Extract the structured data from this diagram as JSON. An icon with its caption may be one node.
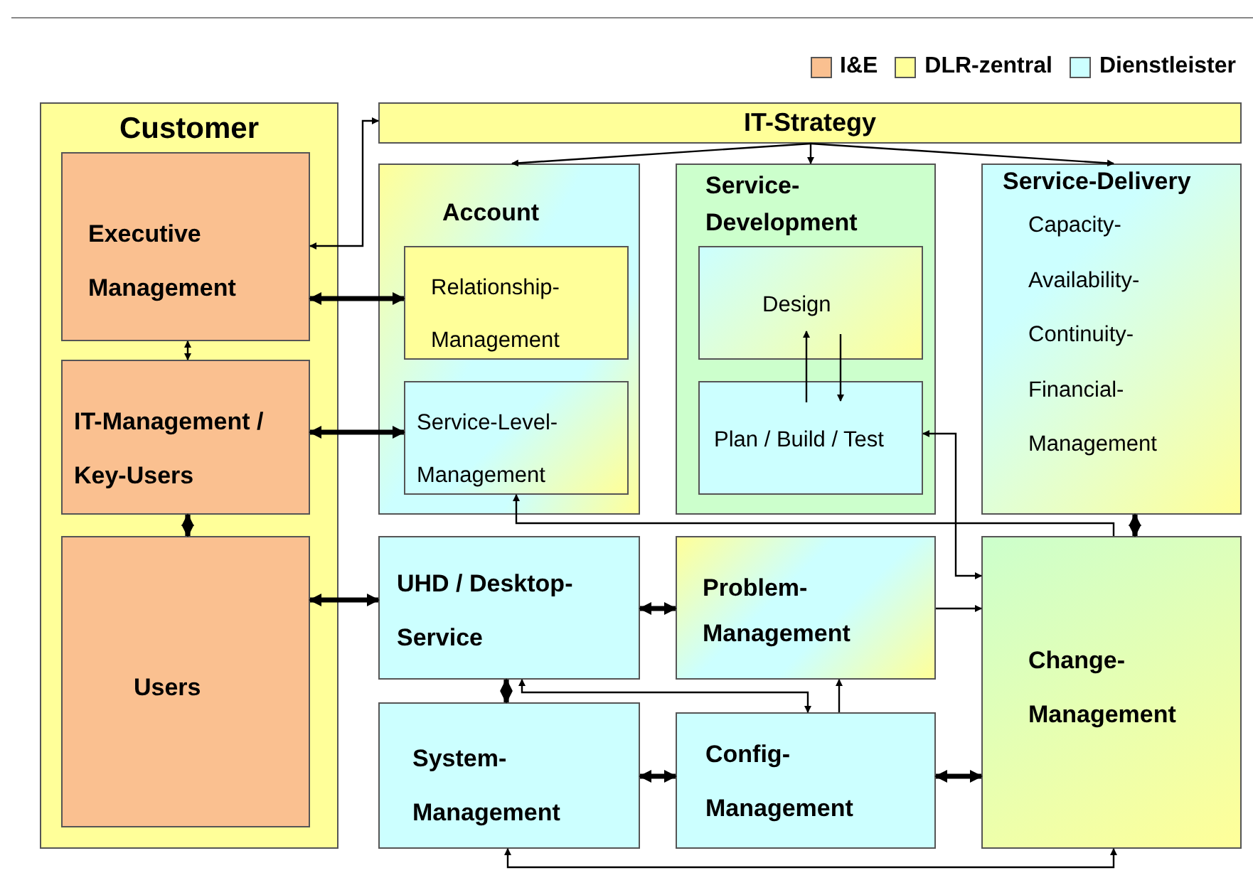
{
  "diagram": {
    "nodes": [
      {
        "text": [
          "Customer"
        ]
      },
      {
        "text": [
          "Executive Management"
        ],
        "in": 0
      },
      {
        "text": [
          "IT-Management / Key-Users"
        ],
        "in": 0
      },
      {
        "text": [
          "Users"
        ],
        "in": 0
      },
      {
        "text": [
          "IT-Strategy"
        ]
      },
      {
        "text": [
          "Account"
        ]
      },
      {
        "text": [
          "Relationship-Management"
        ],
        "in": 5
      },
      {
        "text": [
          "Service-Level-Management"
        ],
        "in": 5
      },
      {
        "text": [
          "Service-Development"
        ]
      },
      {
        "text": [
          "Design"
        ],
        "in": 8
      },
      {
        "text": [
          "Plan / Build / Test"
        ],
        "in": 8
      },
      {
        "text": [
          "Service-Delivery",
          "Capacity- Availability- Continuity- Financial- Management"
        ]
      },
      {
        "text": [
          "UHD / Desktop-Service"
        ]
      },
      {
        "text": [
          "Problem-Management"
        ]
      },
      {
        "text": [
          "System-Management"
        ]
      },
      {
        "text": [
          "Config-Management"
        ]
      },
      {
        "text": [
          "Change-Management"
        ]
      }
    ],
    "edges": [
      {
        "from": 1,
        "to": 4,
        "arrow": "both"
      },
      {
        "from": 4,
        "to": 5,
        "arrow": "to"
      },
      {
        "from": 4,
        "to": 8,
        "arrow": "to"
      },
      {
        "from": 4,
        "to": 11,
        "arrow": "to"
      },
      {
        "from": 1,
        "to": 6,
        "arrow": "both",
        "style": "thick"
      },
      {
        "from": 1,
        "to": 2,
        "arrow": "both"
      },
      {
        "from": 2,
        "to": 7,
        "arrow": "both",
        "style": "thick"
      },
      {
        "from": 2,
        "to": 3,
        "arrow": "both",
        "style": "thick"
      },
      {
        "from": 3,
        "to": 12,
        "arrow": "both",
        "style": "thick"
      },
      {
        "from": 10,
        "to": 9,
        "arrow": "to"
      },
      {
        "from": 9,
        "to": 10,
        "arrow": "to"
      },
      {
        "from": 10,
        "to": 16,
        "arrow": "both"
      },
      {
        "from": 16,
        "to": 7,
        "arrow": "to"
      },
      {
        "from": 11,
        "to": 16,
        "arrow": "both",
        "style": "thick"
      },
      {
        "from": 12,
        "to": 13,
        "arrow": "both",
        "style": "thick"
      },
      {
        "from": 13,
        "to": 16,
        "arrow": "to"
      },
      {
        "from": 12,
        "to": 14,
        "arrow": "both",
        "style": "thick"
      },
      {
        "from": 12,
        "to": 15,
        "arrow": "both"
      },
      {
        "from": 15,
        "to": 13,
        "arrow": "to"
      },
      {
        "from": 14,
        "to": 15,
        "arrow": "both",
        "style": "thick"
      },
      {
        "from": 15,
        "to": 16,
        "arrow": "both",
        "style": "thick"
      },
      {
        "from": 16,
        "to": 14,
        "arrow": "both"
      }
    ],
    "legend": [
      {
        "text": "I&E",
        "color": "#fac090"
      },
      {
        "text": "DLR-zentral",
        "color": "#ffff99"
      },
      {
        "text": "Dienstleister",
        "color": "#ccffff"
      }
    ]
  }
}
